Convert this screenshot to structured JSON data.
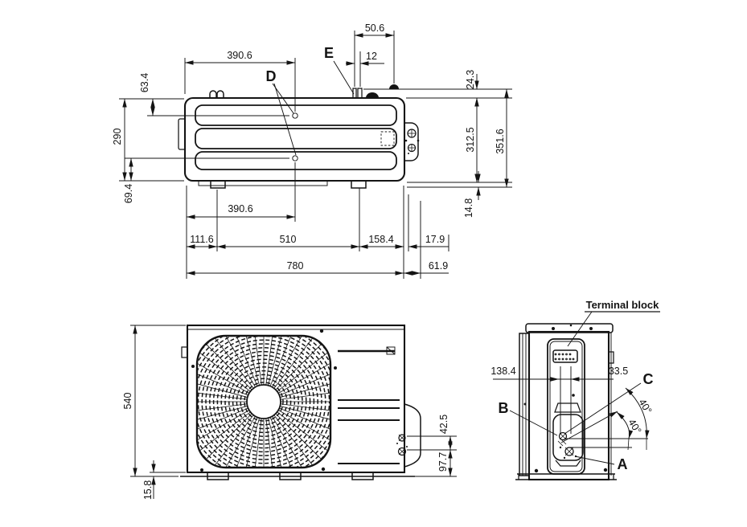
{
  "colors": {
    "line": "#141414",
    "background": "#ffffff"
  },
  "top_view": {
    "dims": {
      "d390_6_top": "390.6",
      "d50_6": "50.6",
      "d12": "12",
      "d63_4": "63.4",
      "d290": "290",
      "d69_4": "69.4",
      "d390_6_bottom": "390.6",
      "d111_6": "111.6",
      "d510": "510",
      "d158_4": "158.4",
      "d17_9": "17.9",
      "d780": "780",
      "d61_9": "61.9",
      "d24_3": "24.3",
      "d312_5": "312.5",
      "d351_6": "351.6",
      "d14_8": "14.8"
    },
    "labels": {
      "d": "D",
      "e": "E"
    }
  },
  "front_view": {
    "dims": {
      "d540": "540",
      "d15_8": "15.8",
      "d42_5": "42.5",
      "d97_7": "97.7"
    }
  },
  "side_view": {
    "terminal_block_label": "Terminal block",
    "dims": {
      "d138_4": "138.4",
      "d33_5": "33.5",
      "angle_upper": "40°",
      "angle_lower": "40°"
    },
    "labels": {
      "a": "A",
      "b": "B",
      "c": "C"
    }
  }
}
